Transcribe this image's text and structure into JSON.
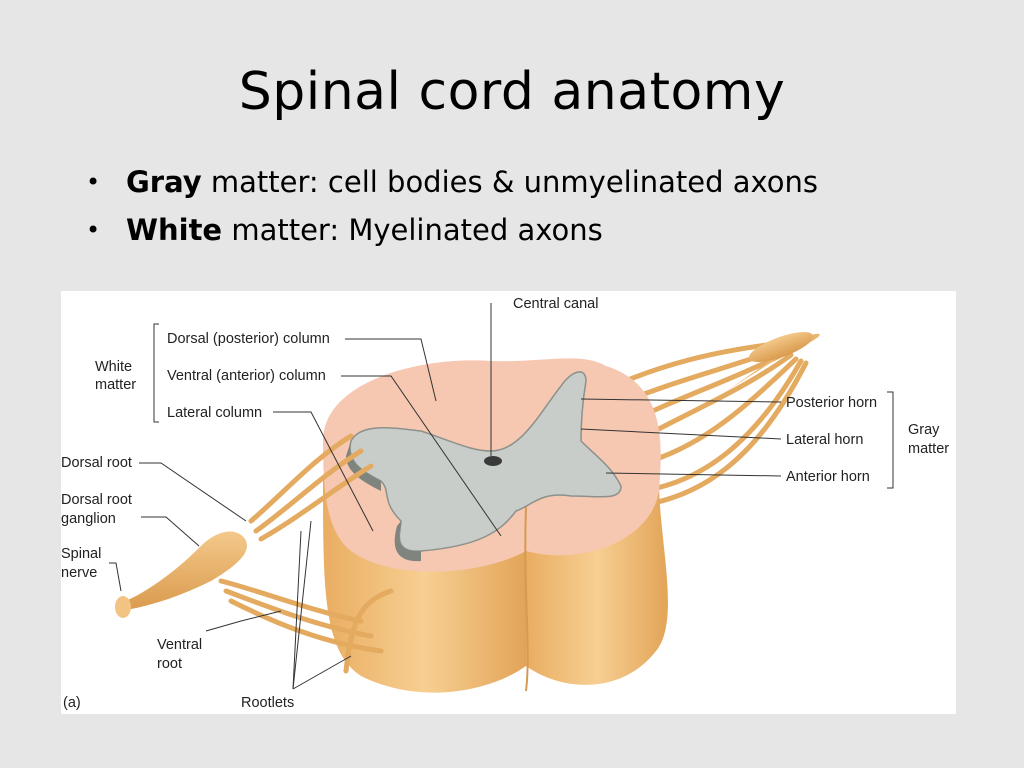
{
  "slide": {
    "title": "Spinal cord anatomy",
    "bullets": [
      {
        "bold": "Gray",
        "rest": " matter: cell bodies & unmyelinated axons"
      },
      {
        "bold": "White",
        "rest": " matter: Myelinated axons"
      }
    ],
    "bullet_symbol": "•"
  },
  "diagram": {
    "labels": {
      "central_canal": "Central canal",
      "dorsal_column": "Dorsal (posterior) column",
      "ventral_column": "Ventral (anterior) column",
      "lateral_column": "Lateral column",
      "white_matter_l1": "White",
      "white_matter_l2": "matter",
      "dorsal_root": "Dorsal root",
      "drg_l1": "Dorsal root",
      "drg_l2": "ganglion",
      "spinal_nerve_l1": "Spinal",
      "spinal_nerve_l2": "nerve",
      "ventral_root_l1": "Ventral",
      "ventral_root_l2": "root",
      "rootlets": "Rootlets",
      "panel": "(a)",
      "posterior_horn": "Posterior horn",
      "lateral_horn": "Lateral horn",
      "anterior_horn": "Anterior horn",
      "gray_matter_l1": "Gray",
      "gray_matter_l2": "matter"
    },
    "colors": {
      "white_matter_top": "#f6c9b3",
      "gray_matter": "#c9cdc9",
      "cord_side": "#f0c27e",
      "nerve": "#e8b26a"
    }
  }
}
